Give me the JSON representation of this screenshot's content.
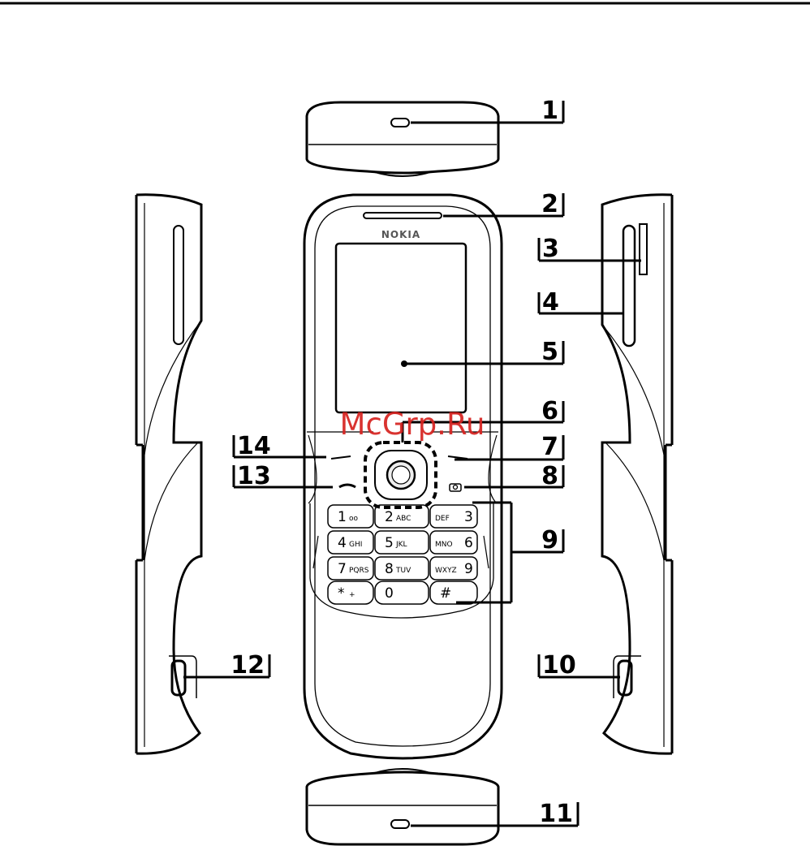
{
  "brand": "NOKIA",
  "watermark": "McGrp.Ru",
  "callouts": [
    "1",
    "2",
    "3",
    "4",
    "5",
    "6",
    "7",
    "8",
    "9",
    "10",
    "11",
    "12",
    "13",
    "14"
  ],
  "keypad": [
    {
      "main": "1",
      "sub": "ᴏᴏ"
    },
    {
      "main": "2",
      "sub": "ABC"
    },
    {
      "main": "3",
      "sub": "DEF"
    },
    {
      "main": "4",
      "sub": "GHI"
    },
    {
      "main": "5",
      "sub": "JKL"
    },
    {
      "main": "6",
      "sub": "MNO"
    },
    {
      "main": "7",
      "sub": "PQRS"
    },
    {
      "main": "8",
      "sub": "TUV"
    },
    {
      "main": "9",
      "sub": "WXYZ"
    },
    {
      "main": "*",
      "sub": "+"
    },
    {
      "main": "0",
      "sub": ""
    },
    {
      "main": "#",
      "sub": ""
    }
  ],
  "colors": {
    "line": "#000000",
    "watermark": "#d6221f",
    "background": "#ffffff"
  }
}
